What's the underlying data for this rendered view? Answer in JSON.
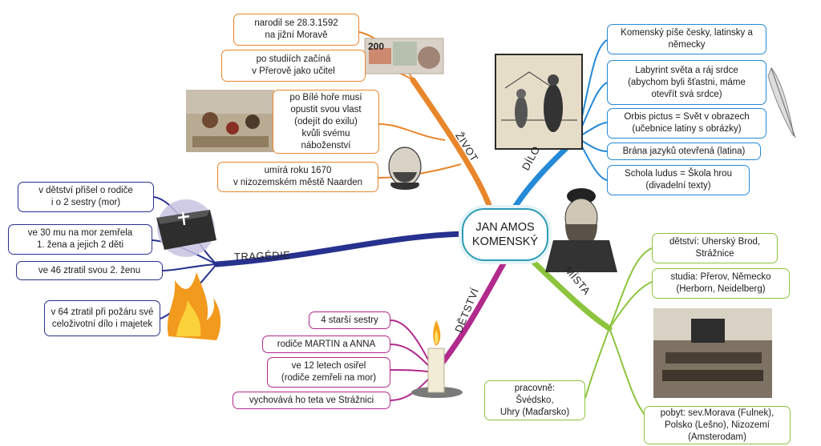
{
  "center": {
    "title": "JAN AMOS\nKOMENSKÝ"
  },
  "branches": {
    "zivot": "ŽIVOT",
    "dilo": "DÍLO",
    "tragedie": "TRAGÉDIE",
    "detstvi": "DĚTSTVÍ",
    "mista": "MÍSTA"
  },
  "zivot": [
    "narodil se 28.3.1592\nna jižní Moravě",
    "po studiích začíná\nv Přerově jako učitel",
    "po Bílé hoře musí\nopustit svou vlast\n(odejít do exilu)\nkvůli svému\nnáboženství",
    "umírá roku 1670\nv nizozemském městě Naarden"
  ],
  "dilo": [
    "Komenský píše česky, latinsky a\nněmecky",
    "Labyrint světa a ráj srdce\n(abychom byli šťastni, máme\notevřít svá srdce)",
    "Orbis pictus = Svět v obrazech\n(učebnice latiny s obrázky)",
    "Brána jazyků otevřená (latina)",
    "Schola ludus = Škola hrou\n(divadelní texty)"
  ],
  "tragedie": [
    "v dětství přišel o rodiče\ni o 2 sestry (mor)",
    "ve 30 mu na mor zemřela\n1. žena a jejich 2 děti",
    "ve 46 ztratil svou 2. ženu",
    "v 64 ztratil při požáru své\nceloživotní dílo i majetek"
  ],
  "detstvi": [
    "4 starší sestry",
    "rodiče MARTIN a ANNA",
    "ve 12 letech osiřel\n(rodiče zemřeli na mor)",
    "vychovává ho teta ve Strážnici"
  ],
  "mista": [
    "dětství: Uherský Brod,\nStrážnice",
    "studia: Přerov, Německo\n(Herborn, Neidelberg)",
    "pracovně:\nŠvédsko,\nUhry (Maďarsko)",
    "pobyt: sev.Morava (Fulnek),\nPolsko (Lešno), Nizozemí\n(Amsterodam)"
  ],
  "banknote": {
    "value": "200"
  },
  "colors": {
    "zivot": "#e8862c",
    "dilo": "#2489d6",
    "tragedie": "#27318f",
    "detstvi": "#b12a8c",
    "mista": "#8cc43d",
    "center": "#2c9bb5"
  }
}
